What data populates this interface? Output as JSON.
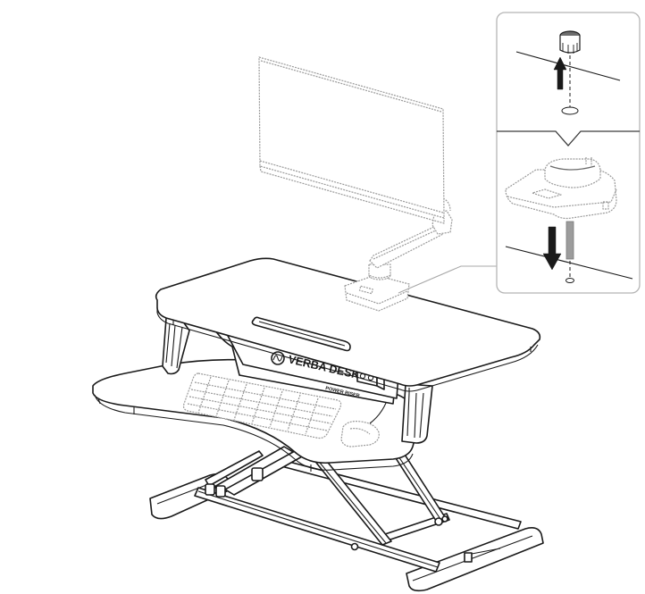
{
  "figure": {
    "type": "assembly-illustration",
    "subject": "standing desk converter with monitor arm, keyboard tray and scissor-lift base"
  },
  "desk": {
    "brand_name": "VERBA DESK",
    "logo_glyph": "sine-wave-in-circle",
    "panel_label": "POWER RISER",
    "power_outlet_icon": "power-socket-icon"
  },
  "callout": {
    "step_top": {
      "description": "Remove the grommet cap from the desktop hole",
      "arrow_direction": "up"
    },
    "step_bottom": {
      "description": "Insert the monitor arm mounting post into the hole",
      "arrow_direction": "down"
    }
  },
  "colors": {
    "ink": "#1a1a1a",
    "ghost": "#9a9a9a",
    "callout_border": "#b5b5b5",
    "background": "#ffffff"
  }
}
